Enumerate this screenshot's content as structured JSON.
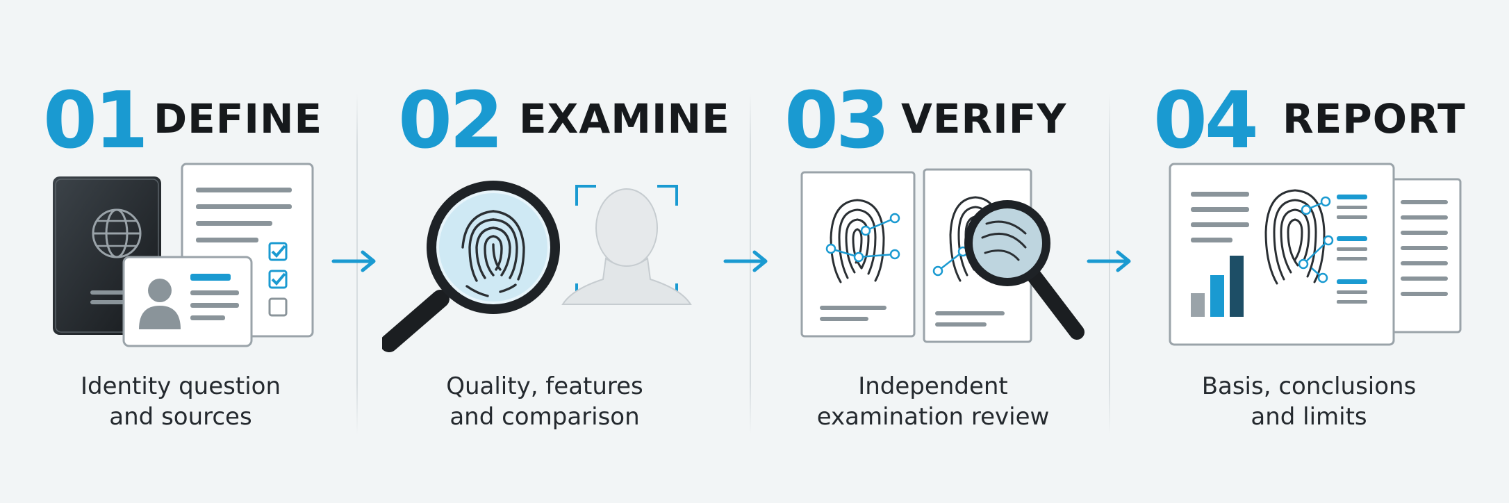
{
  "colors": {
    "accent": "#1a9ad1",
    "heading": "#16191c",
    "caption": "#24292e",
    "background": "#f2f5f6"
  },
  "steps": [
    {
      "number": "01",
      "title": "DEFINE",
      "caption_line1": "Identity question",
      "caption_line2": "and sources",
      "icons": [
        "passport-icon",
        "checklist-document-icon",
        "id-card-icon"
      ]
    },
    {
      "number": "02",
      "title": "EXAMINE",
      "caption_line1": "Quality, features",
      "caption_line2": "and comparison",
      "icons": [
        "magnifier-fingerprint-icon",
        "face-scan-icon"
      ]
    },
    {
      "number": "03",
      "title": "VERIFY",
      "caption_line1": "Independent",
      "caption_line2": "examination review",
      "icons": [
        "fingerprint-card-icon",
        "fingerprint-card-icon",
        "magnifier-icon"
      ]
    },
    {
      "number": "04",
      "title": "REPORT",
      "caption_line1": "Basis, conclusions",
      "caption_line2": "and limits",
      "icons": [
        "report-document-icon",
        "bar-chart-icon",
        "fingerprint-icon"
      ]
    }
  ]
}
